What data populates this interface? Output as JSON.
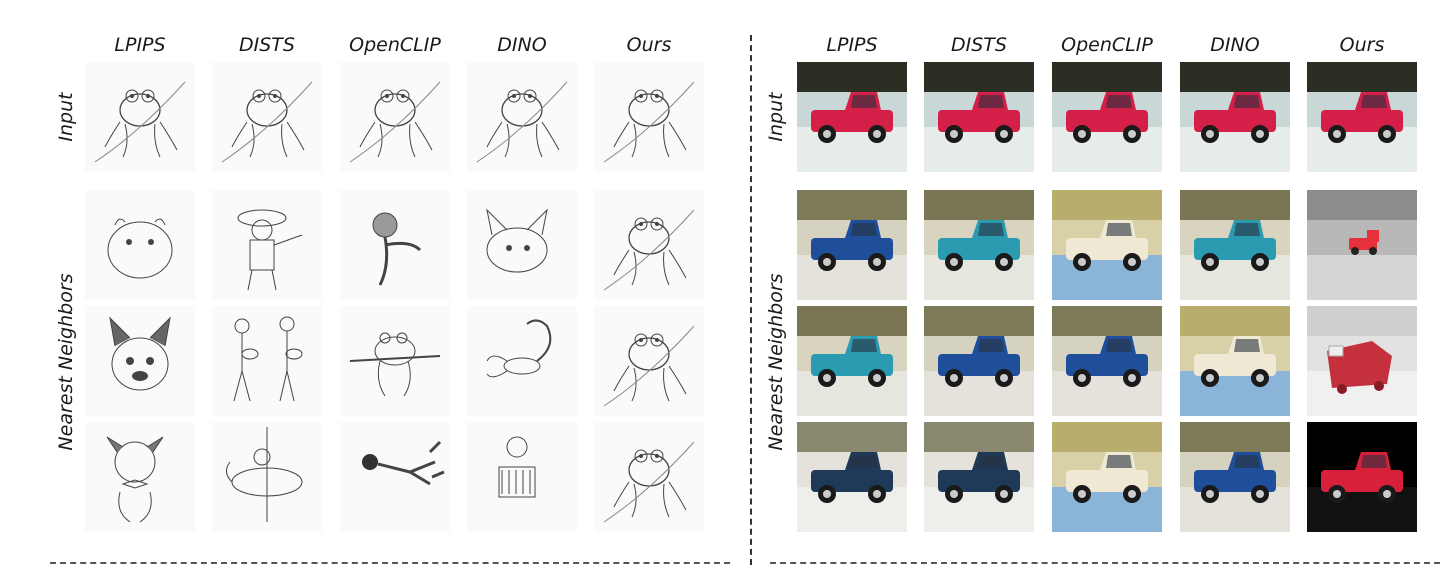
{
  "left_panel": {
    "columns": [
      "LPIPS",
      "DISTS",
      "OpenCLIP",
      "DINO",
      "Ours"
    ],
    "row_labels": {
      "input": "Input",
      "neighbors": "Nearest Neighbors"
    },
    "input_image": "frog-sketch",
    "neighbors": [
      [
        "hamster-sketch",
        "cowboy-girl-sketch",
        "monkey-sketch",
        "bulldog-puppy-sketch",
        "frog-sketch"
      ],
      [
        "french-bulldog-sketch",
        "musicians-sketch",
        "frog-on-branch-sketch",
        "scorpion-sketch",
        "frog-sketch"
      ],
      [
        "puppy-bowtie-sketch",
        "carousel-sketch",
        "diver-sketch",
        "accordion-player-sketch",
        "frog-sketch"
      ]
    ]
  },
  "right_panel": {
    "columns": [
      "LPIPS",
      "DISTS",
      "OpenCLIP",
      "DINO",
      "Ours"
    ],
    "row_labels": {
      "input": "Input",
      "neighbors": "Nearest Neighbors"
    },
    "input_image": "red-toy-truck",
    "neighbors": [
      [
        "blue-toy-truck",
        "teal-toy-truck",
        "cream-toy-truck",
        "teal-toy-truck",
        "small-red-truck"
      ],
      [
        "teal-toy-truck",
        "blue-toy-truck",
        "blue-toy-truck",
        "cream-toy-truck",
        "red-paper-truck"
      ],
      [
        "navy-toy-truck",
        "navy-toy-truck",
        "cream-toy-truck",
        "blue-toy-truck",
        "red-truck-dark"
      ]
    ]
  },
  "colors": {
    "red": "#d42048",
    "blue": "#1f4f9a",
    "teal": "#2a9bb0",
    "cream": "#efe8d2",
    "navy": "#1f3a58"
  }
}
